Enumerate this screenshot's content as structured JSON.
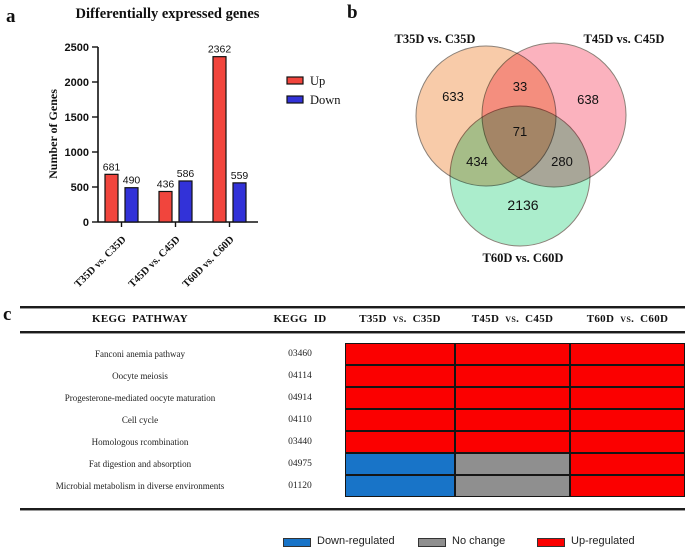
{
  "figure": {
    "letters": {
      "a": "a",
      "b": "b",
      "c": "c"
    },
    "background": "#ffffff"
  },
  "chart_data": [
    {
      "type": "bar",
      "title": "Differentially expressed genes",
      "categories": [
        "T35D vs. C35D",
        "T45D vs. C45D",
        "T60D vs. C60D"
      ],
      "series": [
        {
          "name": "Up",
          "color": "#f1453d",
          "values": [
            681,
            436,
            2362
          ]
        },
        {
          "name": "Down",
          "color": "#3232d8",
          "values": [
            490,
            586,
            559
          ]
        }
      ],
      "ylabel": "Number of Genes",
      "ylim": [
        0,
        2500
      ],
      "yticks": [
        0,
        500,
        1000,
        1500,
        2000,
        2500
      ],
      "bar_labels": true,
      "legend_position": "right",
      "grid": false
    },
    {
      "type": "venn3",
      "sets": [
        "T35D vs. C35D",
        "T45D vs. C45D",
        "T60D vs. C60D"
      ],
      "set_colors": [
        "#f8c8a4",
        "#fbaebb",
        "#a6ecc9"
      ],
      "regions": {
        "A_only": 633,
        "B_only": 638,
        "C_only": 2136,
        "AB": 33,
        "AC": 434,
        "BC": 280,
        "ABC": 71
      }
    },
    {
      "type": "heatmap",
      "col_headers": [
        "KEGG  PATHWAY",
        "KEGG  ID",
        "T35D vs. C35D",
        "T45D vs. C45D",
        "T60D vs. C60D"
      ],
      "rows": [
        {
          "pathway": "Fanconi anemia pathway",
          "kegg_id": "03460",
          "status": [
            "up",
            "up",
            "up"
          ]
        },
        {
          "pathway": "Oocyte meiosis",
          "kegg_id": "04114",
          "status": [
            "up",
            "up",
            "up"
          ]
        },
        {
          "pathway": "Progesterone-mediated  oocyte maturation",
          "kegg_id": "04914",
          "status": [
            "up",
            "up",
            "up"
          ]
        },
        {
          "pathway": "Cell cycle",
          "kegg_id": "04110",
          "status": [
            "up",
            "up",
            "up"
          ]
        },
        {
          "pathway": "Homologous rcombination",
          "kegg_id": "03440",
          "status": [
            "up",
            "up",
            "up"
          ]
        },
        {
          "pathway": "Fat digestion and absorption",
          "kegg_id": "04975",
          "status": [
            "down",
            "nochange",
            "up"
          ]
        },
        {
          "pathway": "Microbial metabolism in  diverse environments",
          "kegg_id": "01120",
          "status": [
            "down",
            "nochange",
            "up"
          ]
        }
      ],
      "status_colors": {
        "up": "#fb0000",
        "down": "#1874c8",
        "nochange": "#8f8f8f"
      },
      "legend": [
        {
          "label": "Down-regulated",
          "status": "down"
        },
        {
          "label": "No change",
          "status": "nochange"
        },
        {
          "label": "Up-regulated",
          "status": "up"
        }
      ]
    }
  ]
}
